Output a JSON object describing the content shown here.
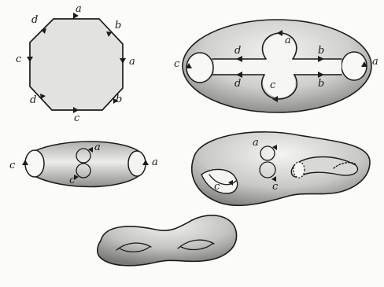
{
  "labels": {
    "octagon": {
      "top": "a",
      "top_right": "b",
      "right": "a",
      "bottom_right": "b",
      "bottom": "c",
      "bottom_left": "d",
      "left": "c",
      "top_left": "d"
    },
    "oval_top": {
      "left_end": "c",
      "right_end": "a",
      "upper_left": "d",
      "upper_right": "b",
      "upper_loop": "a",
      "lower_left": "d",
      "lower_right": "b",
      "lower_loop": "c"
    },
    "cylinder": {
      "left_end": "c",
      "right_end": "a",
      "upper_loop": "a",
      "lower_loop": "c"
    },
    "handle_body": {
      "upper_loop": "a",
      "lower_loop": "c",
      "left_handle": "c"
    }
  },
  "colors": {
    "ink": "#1c1c1c",
    "paper": "#fbfbf9",
    "shade_dark": "#9a9a9a",
    "shade_light": "#e6e6e4",
    "octagon_fill": "#e2e2e0"
  }
}
